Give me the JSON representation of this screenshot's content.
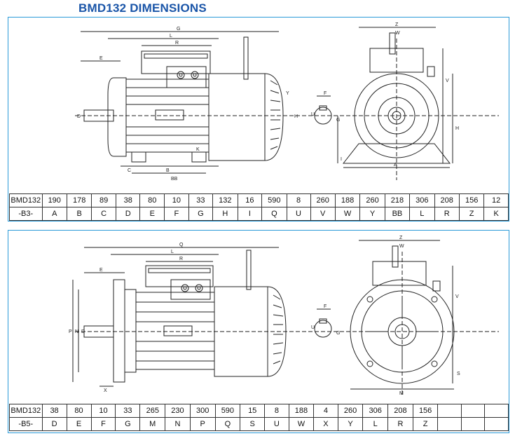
{
  "title": "BMD132 DIMENSIONS",
  "b3": {
    "label_top": "BMD132",
    "label_bottom": "-B3-",
    "values": [
      "190",
      "178",
      "89",
      "38",
      "80",
      "10",
      "33",
      "132",
      "16",
      "590",
      "8",
      "260",
      "188",
      "260",
      "218",
      "306",
      "208",
      "156",
      "12"
    ],
    "letters": [
      "A",
      "B",
      "C",
      "D",
      "E",
      "F",
      "G",
      "H",
      "I",
      "Q",
      "U",
      "V",
      "W",
      "Y",
      "BB",
      "L",
      "R",
      "Z",
      "K"
    ]
  },
  "b5": {
    "label_top": "BMD132",
    "label_bottom": "-B5-",
    "values": [
      "38",
      "80",
      "10",
      "33",
      "265",
      "230",
      "300",
      "590",
      "15",
      "8",
      "188",
      "4",
      "260",
      "306",
      "208",
      "156",
      "",
      ""
    ],
    "letters": [
      "D",
      "E",
      "F",
      "G",
      "M",
      "N",
      "P",
      "Q",
      "S",
      "U",
      "W",
      "X",
      "Y",
      "L",
      "R",
      "Z",
      "",
      ""
    ]
  },
  "drawing_b3": {
    "side_labels": [
      "G",
      "L",
      "R",
      "E",
      "D",
      "H",
      "C",
      "B",
      "BB",
      "K",
      "Y"
    ],
    "key_labels": [
      "F",
      "U",
      "G"
    ],
    "front_labels": [
      "Z",
      "W",
      "V",
      "H",
      "I",
      "A"
    ]
  },
  "drawing_b5": {
    "side_labels": [
      "Q",
      "L",
      "R",
      "E",
      "P",
      "N",
      "D",
      "X"
    ],
    "key_labels": [
      "F",
      "U",
      "G"
    ],
    "front_labels": [
      "Z",
      "W",
      "V",
      "M",
      "S"
    ]
  }
}
